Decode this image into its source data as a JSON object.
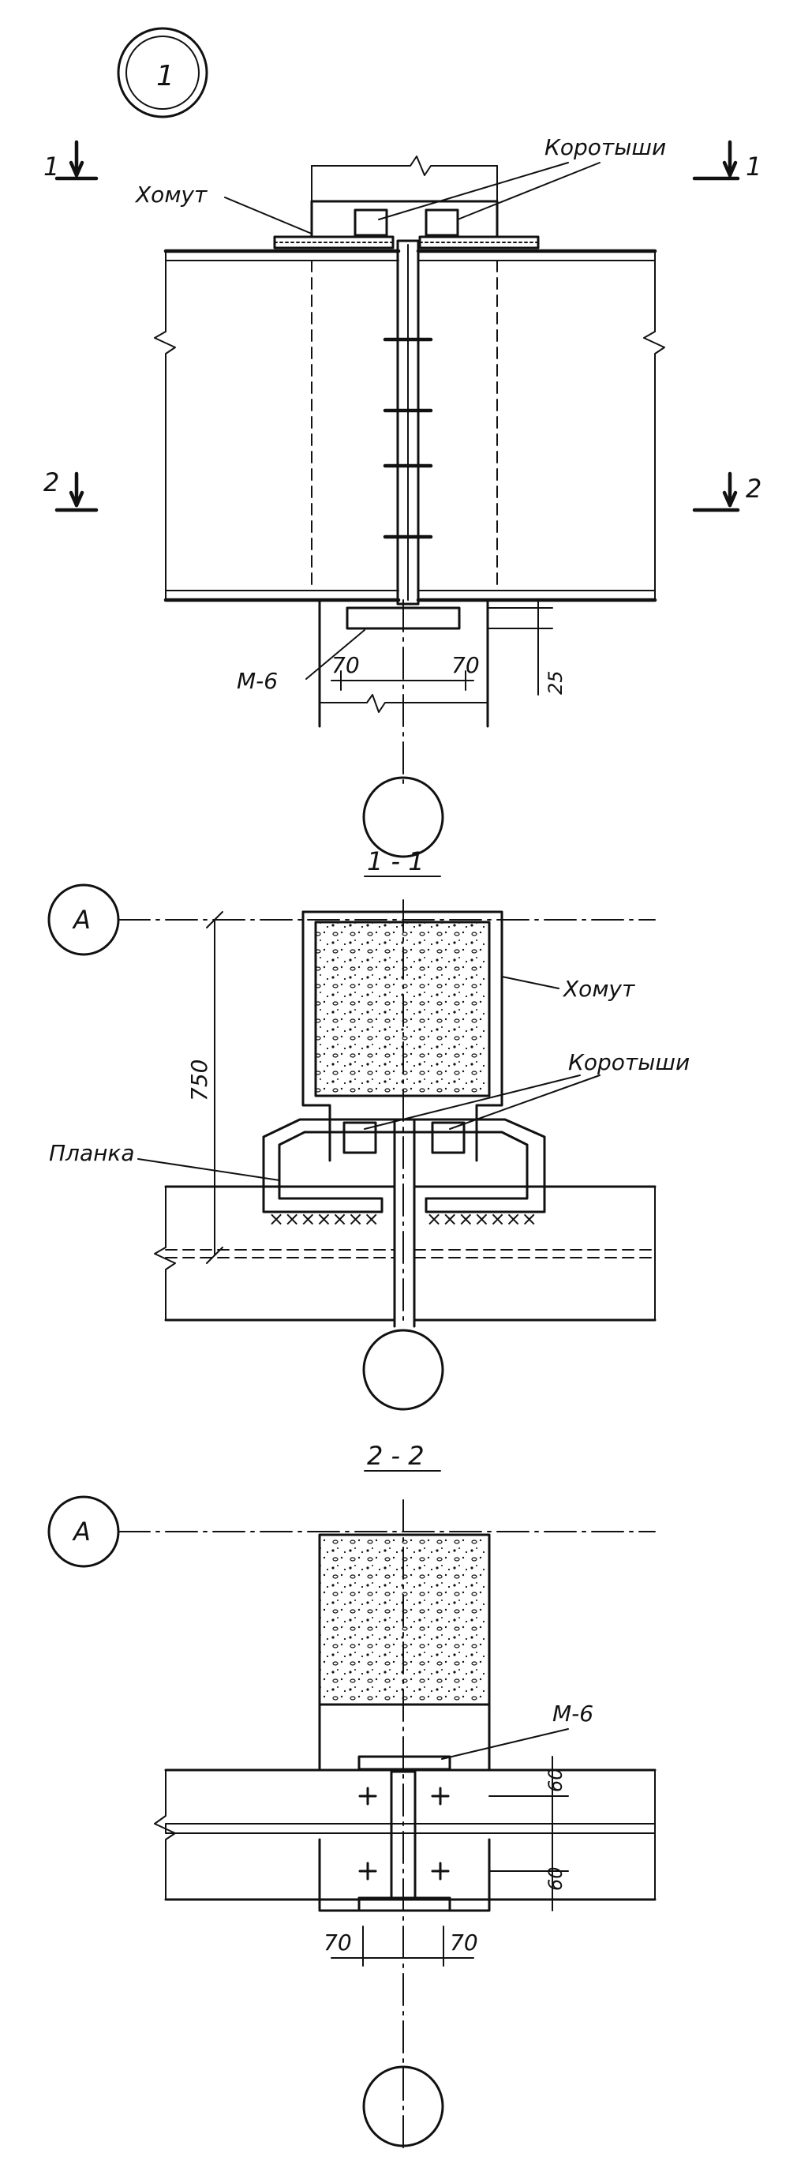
{
  "detail_number": "1",
  "section_mark_1": "1",
  "section_mark_2": "2",
  "label_khomut": "Хомут",
  "label_korotyshi": "Коротыши",
  "label_m6": "М-6",
  "label_planka": "Планка",
  "section_title_1": "1 - 1",
  "section_title_2": "2 - 2",
  "axis_a": "А",
  "dim_70": "70",
  "dim_25": "25",
  "dim_750": "750",
  "dim_60": "60"
}
